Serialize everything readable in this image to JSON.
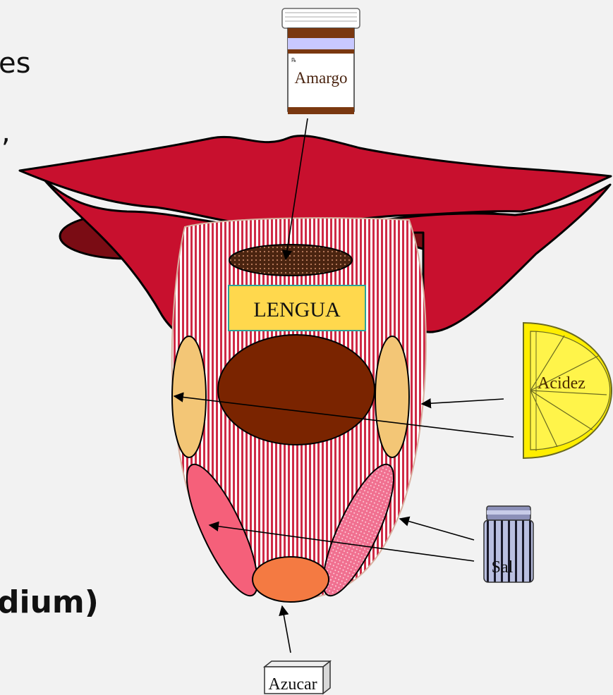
{
  "slide": {
    "background": "#f2f2f2",
    "text_fragments": [
      {
        "id": "frag1",
        "text": "es"
      },
      {
        "id": "frag2",
        "text": ","
      },
      {
        "id": "frag3",
        "text": "dium)"
      }
    ]
  },
  "diagram": {
    "tongue_label": "LENGUA",
    "tastes": {
      "bitter": "Amargo",
      "sour": "Acidez",
      "salt": "Sal",
      "sweet": "Azucar"
    },
    "colors": {
      "lips": "#c8102e",
      "lips_dark": "#7a0c14",
      "tongue_stripe": "#cf2a46",
      "bitter_zone": "#4a2410",
      "central_zone": "#7a2400",
      "sour_zone": "#f3c676",
      "salt_zone": "#f5607a",
      "sweet_zone": "#f47a42",
      "label_fill": "#ffd84d",
      "label_border": "#2aa198",
      "lemon": "#ffee00"
    }
  }
}
